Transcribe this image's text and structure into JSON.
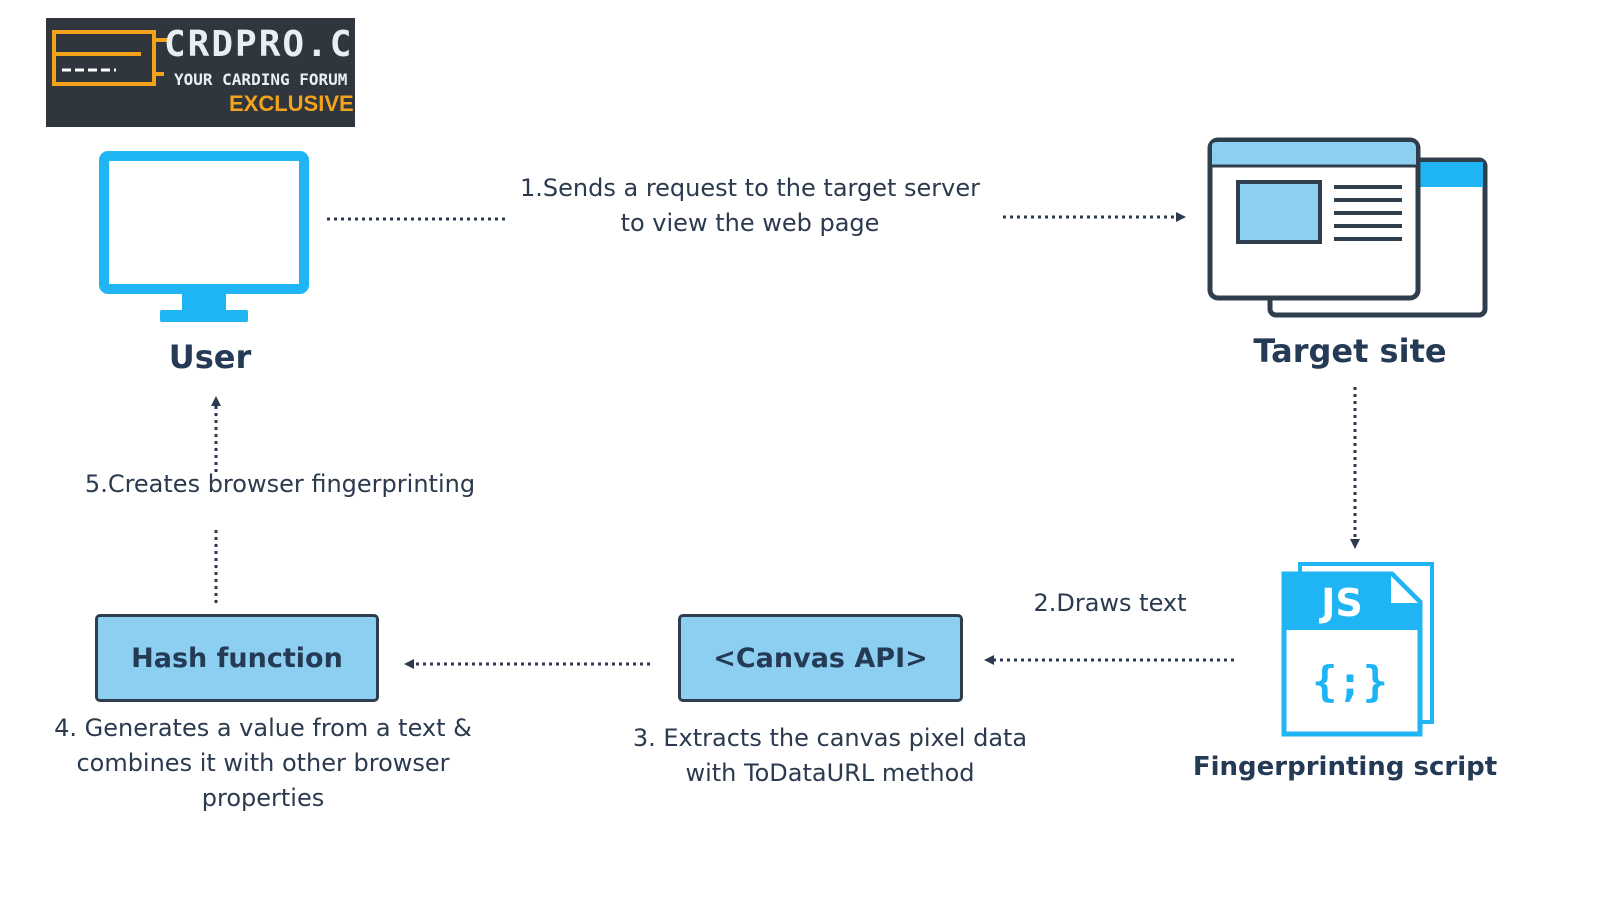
{
  "logo": {
    "title": "CRDPRO.CC",
    "tagline": "YOUR CARDING FORUM",
    "badge": "EXCLUSIVE"
  },
  "nodes": {
    "user": {
      "label": "User",
      "icon": "monitor-icon"
    },
    "target_site": {
      "label": "Target site",
      "icon": "browser-window-icon"
    },
    "fingerprinting_script": {
      "label": "Fingerprinting script",
      "icon": "js-file-icon",
      "icon_text": "JS",
      "icon_symbol": "{;}"
    },
    "canvas_api": {
      "label": "<Canvas API>"
    },
    "hash_function": {
      "label": "Hash function"
    }
  },
  "steps": {
    "step1": {
      "line1": "1.Sends a request to the target server",
      "line2": "to view the web page"
    },
    "step2": {
      "text": "2.Draws text"
    },
    "step3": {
      "line1": "3. Extracts the canvas pixel data",
      "line2": "with ToDataURL method"
    },
    "step4": {
      "line1": "4. Generates a value from a text &",
      "line2": "combines it with other browser",
      "line3": "properties"
    },
    "step5": {
      "text": "5.Creates browser fingerprinting"
    }
  },
  "colors": {
    "accent_blue": "#1fb5f5",
    "light_blue": "#8ccff1",
    "dark_navy": "#2f3e4c",
    "logo_orange": "#f5a21b",
    "logo_bg": "#2f363d"
  }
}
